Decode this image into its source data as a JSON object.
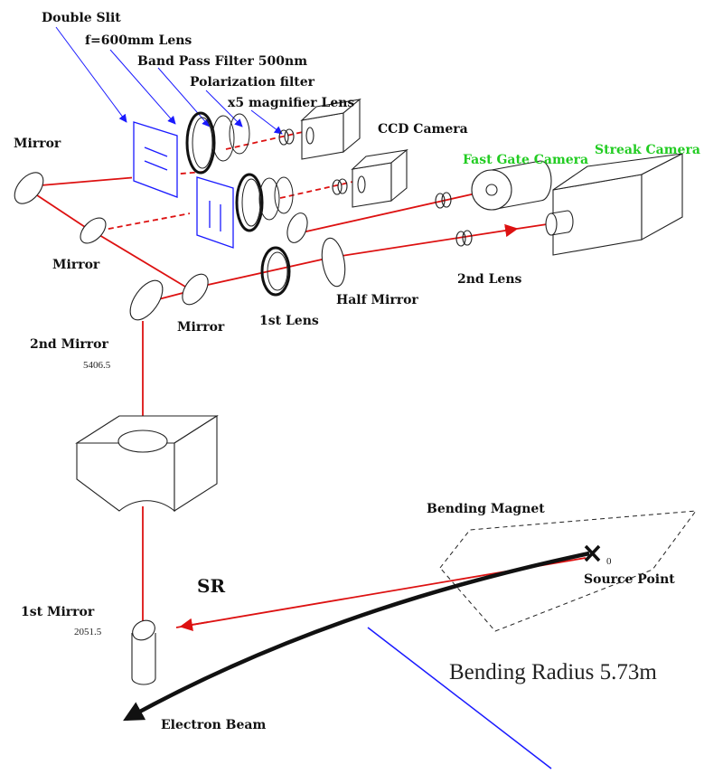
{
  "labels": {
    "double_slit": "Double Slit",
    "lens_600": "f=600mm Lens",
    "band_pass": "Band Pass Filter 500nm",
    "polarization": "Polarization filter",
    "magnifier": "x5 magnifier Lens",
    "ccd_camera": "CCD Camera",
    "mirror_top": "Mirror",
    "mirror_mid": "Mirror",
    "mirror_low": "Mirror",
    "fast_gate_camera": "Fast Gate Camera",
    "streak_camera": "Streak Camera",
    "second_lens": "2nd Lens",
    "half_mirror": "Half Mirror",
    "first_lens": "1st Lens",
    "second_mirror": "2nd Mirror",
    "second_mirror_pos": "5406.5",
    "bending_magnet": "Bending Magnet",
    "source_point": "Source Point",
    "source_zero": "0",
    "sr": "SR",
    "first_mirror": "1st Mirror",
    "first_mirror_pos": "2051.5",
    "bending_radius": "Bending Radius 5.73m",
    "electron_beam": "Electron Beam"
  },
  "colors": {
    "light_beam": "#dd1111",
    "pointer": "#1a1aff",
    "camera_label": "#22cc22"
  }
}
